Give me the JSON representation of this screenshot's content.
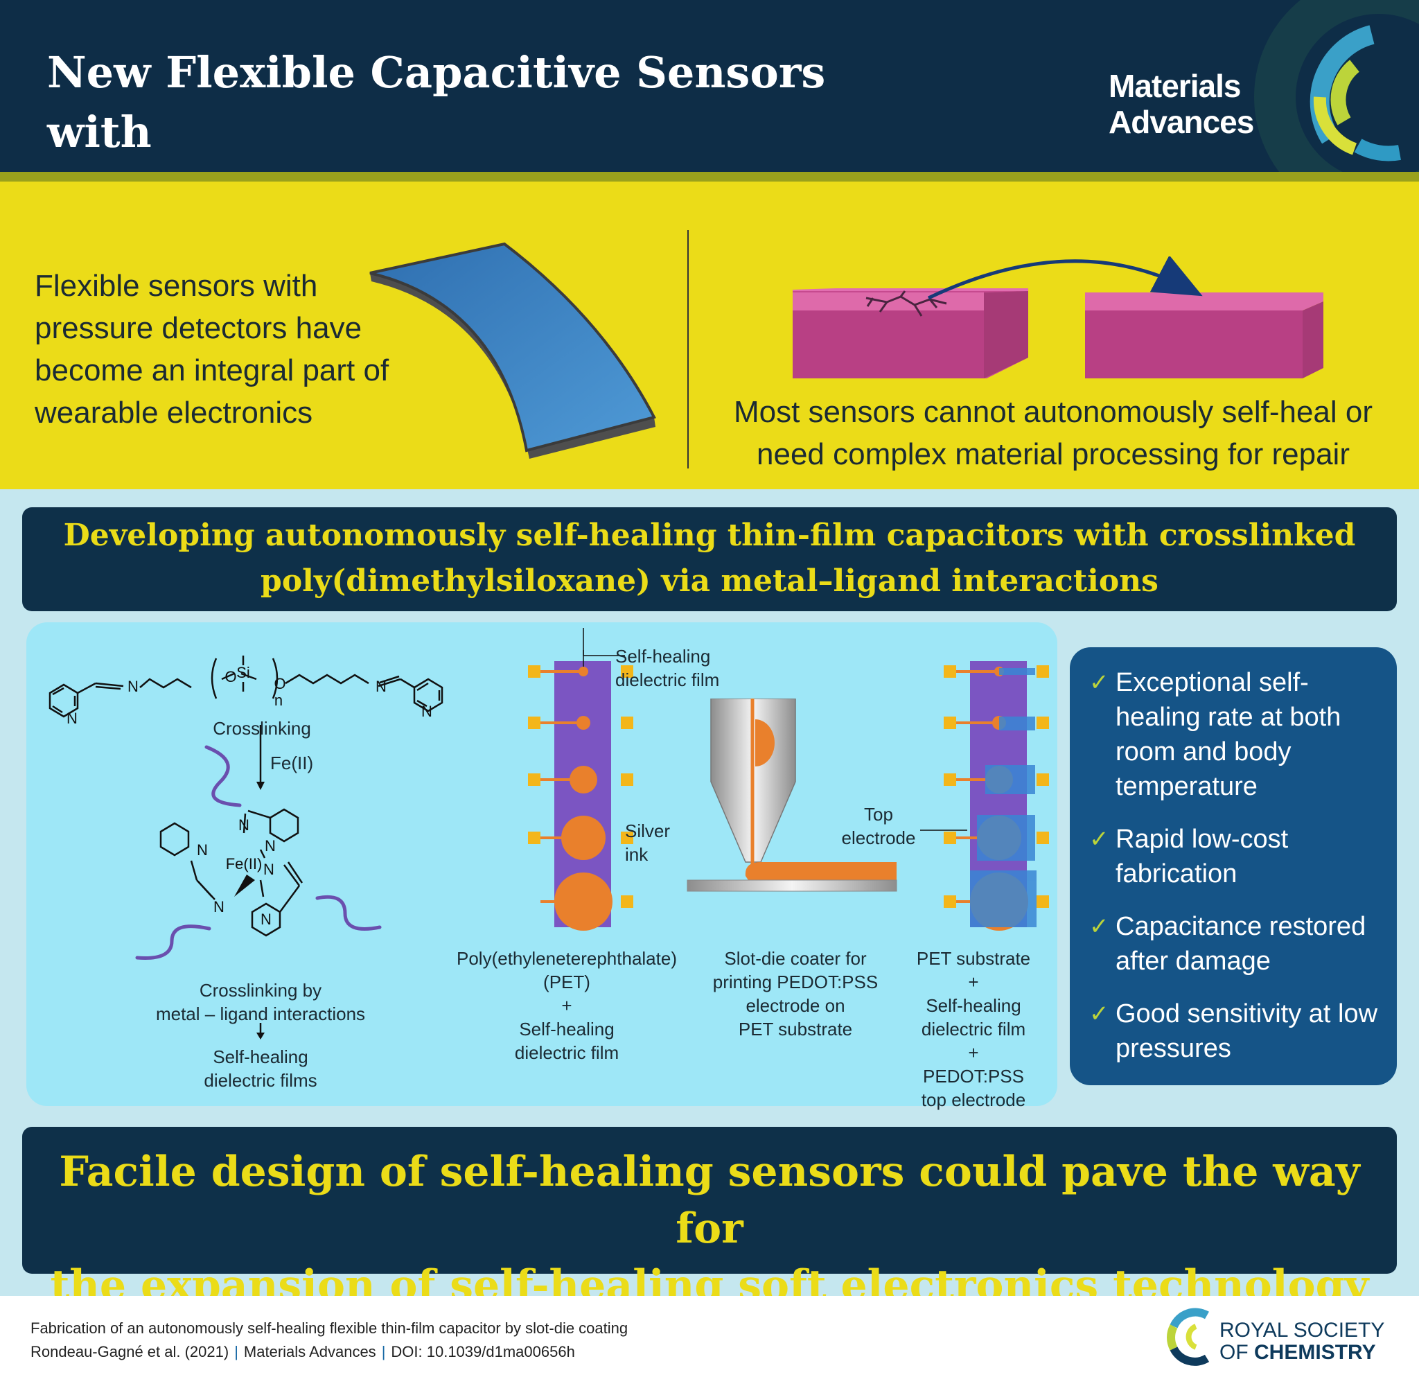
{
  "header": {
    "title_line1": "New Flexible Capacitive Sensors with",
    "title_line2": "Self-healing Properties",
    "journal_line1": "Materials",
    "journal_line2": "Advances"
  },
  "intro": {
    "left_text": "Flexible sensors with pressure detectors have become an integral part of wearable electronics",
    "right_line1": "Most sensors cannot autonomously self-heal or",
    "right_line2": "need complex material processing for repair"
  },
  "banner_top": {
    "line1": "Developing autonomously self-healing thin-film capacitors with crosslinked",
    "line2": "poly(dimethylsiloxane) via metal–ligand interactions"
  },
  "chemistry": {
    "atom_n": "N",
    "atom_o": "O",
    "atom_si": "Si",
    "subscript_n": "n",
    "center_metal": "Fe(II)",
    "crosslinking": "Crosslinking",
    "reagent": "Fe(II)",
    "crosslinking_by_1": "Crosslinking by",
    "crosslinking_by_2": "metal – ligand interactions",
    "result_1": "Self-healing",
    "result_2": "dielectric films"
  },
  "diagram": {
    "film_label_1": "Self-healing",
    "film_label_2": "dielectric film",
    "silver_ink_1": "Silver",
    "silver_ink_2": "ink",
    "pet_1": "Poly(ethyleneterephthalate)",
    "pet_2": "(PET)",
    "pet_3": "+",
    "pet_4": "Self-healing",
    "pet_5": "dielectric film",
    "slot_1": "Slot-die coater for",
    "slot_2": "printing PEDOT:PSS",
    "slot_3": "electrode on",
    "slot_4": "PET substrate",
    "top_electrode_1": "Top",
    "top_electrode_2": "electrode",
    "stack_1": "PET substrate",
    "stack_2": "+",
    "stack_3": "Self-healing",
    "stack_4": "dielectric film",
    "stack_5": "+",
    "stack_6": "PEDOT:PSS",
    "stack_7": "top electrode"
  },
  "benefits": [
    {
      "text": "Exceptional self-healing rate at both room and body temperature"
    },
    {
      "text": "Rapid low-cost fabrication"
    },
    {
      "text": "Capacitance restored after damage"
    },
    {
      "text": "Good sensitivity at low pressures"
    }
  ],
  "banner_bottom": {
    "line1": "Facile design of self-healing sensors could pave the way for",
    "line2": "the expansion of self-healing soft electronics technology"
  },
  "footer": {
    "paper_title": "Fabrication of an autonomously self-healing flexible thin-film capacitor by slot-die coating",
    "authors": "Rondeau-Gagné et al. (2021)",
    "journal": "Materials Advances",
    "doi": "DOI: 10.1039/d1ma00656h",
    "separator": "|",
    "rsc_line1": "ROYAL SOCIETY",
    "rsc_line2_prefix": "OF",
    "rsc_line2_bold": "CHEMISTRY"
  },
  "colors": {
    "navy": "#0e2d47",
    "yellow": "#ebdc18",
    "panel_cyan": "#9ee7f7",
    "benefit_blue": "#155487",
    "magenta_block": "#c64a8f",
    "film_purple": "#7b55c2",
    "electrode_orange": "#e9802c",
    "pad_gold": "#f3b61a"
  }
}
